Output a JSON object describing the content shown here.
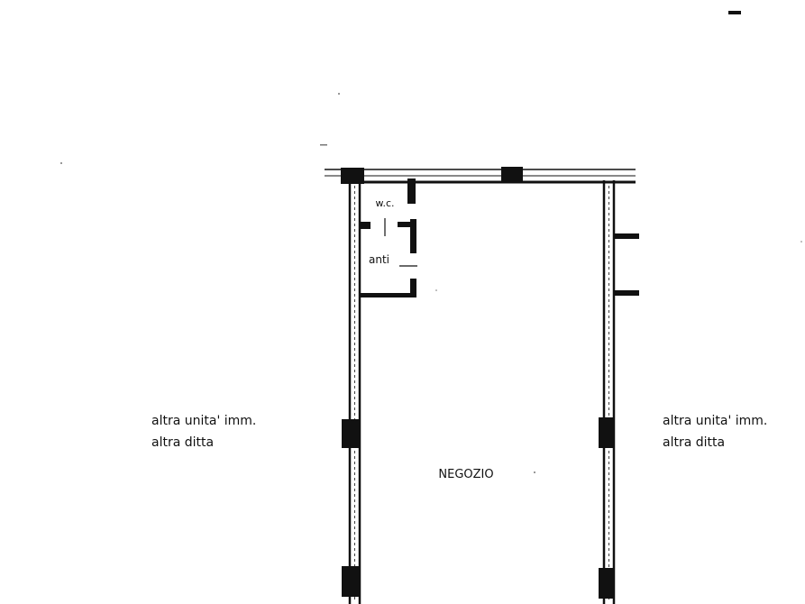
{
  "plan": {
    "rooms": {
      "wc": "w.c.",
      "anti": "anti",
      "shop": "NEGOZIO"
    },
    "neighbors": {
      "left": {
        "line1": "altra unita' imm.",
        "line2": "altra ditta"
      },
      "right": {
        "line1": "altra unita' imm.",
        "line2": "altra ditta"
      }
    }
  },
  "style": {
    "line_color": "#111111",
    "background": "#ffffff"
  }
}
